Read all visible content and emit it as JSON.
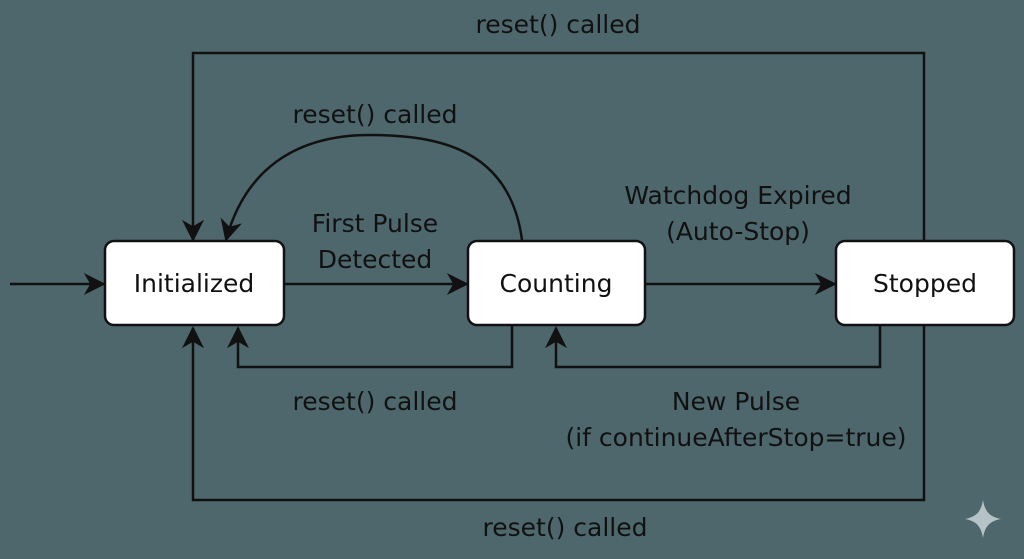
{
  "states": {
    "initialized": "Initialized",
    "counting": "Counting",
    "stopped": "Stopped"
  },
  "transitions": {
    "top_outer_reset": "reset() called",
    "counting_to_initialized_arc_reset": "reset() called",
    "first_pulse_line1": "First Pulse",
    "first_pulse_line2": "Detected",
    "watchdog_line1": "Watchdog Expired",
    "watchdog_line2": "(Auto-Stop)",
    "counting_to_initialized_bottom_reset": "reset() called",
    "new_pulse_line1": "New Pulse",
    "new_pulse_line2": "(if continueAfterStop=true)",
    "bottom_outer_reset": "reset() called"
  },
  "colors": {
    "background": "#4d676c",
    "box_fill": "#ffffff",
    "stroke": "#111111"
  },
  "icons": [
    "sparkle-icon"
  ]
}
